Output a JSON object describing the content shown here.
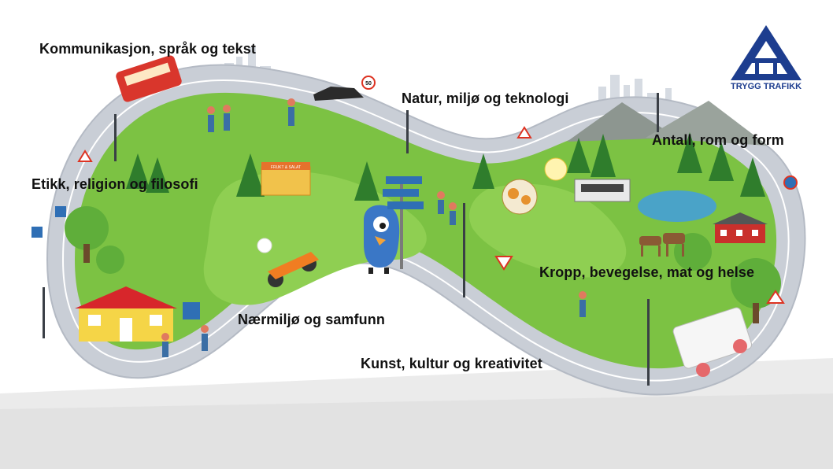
{
  "labels": {
    "kommunikasjon": "Kommunikasjon, språk og tekst",
    "natur": "Natur, miljø og teknologi",
    "antall": "Antall, rom og form",
    "etikk": "Etikk, religion og filosofi",
    "kropp": "Kropp, bevegelse, mat og helse",
    "naermiljo": "Nærmiljø og samfunn",
    "kunst": "Kunst, kultur og kreativitet"
  },
  "logo": {
    "text": "TRYGG TRAFIKK",
    "brand_color": "#1d3d8f"
  },
  "signs": {
    "speed_limit": "50"
  },
  "shop_sign": "FRUKT & SALAT",
  "colors": {
    "grass": "#7cc243",
    "dark_grass": "#4e9a2e",
    "road": "#c9ced6",
    "road_edge": "#ffffff",
    "sky_city": "#d9dde3"
  }
}
